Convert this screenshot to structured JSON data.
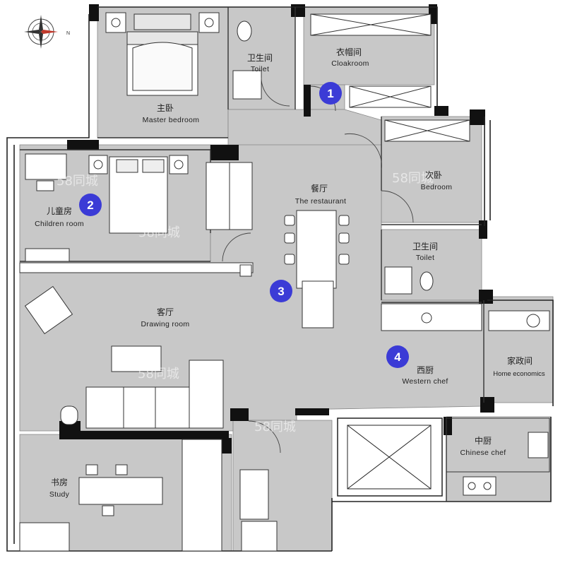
{
  "compass": {
    "north_label": "N"
  },
  "rooms": {
    "master_bedroom": {
      "cn": "主卧",
      "en": "Master bedroom"
    },
    "toilet_master": {
      "cn": "卫生间",
      "en": "Toilet"
    },
    "cloakroom": {
      "cn": "衣帽间",
      "en": "Cloakroom"
    },
    "children_room": {
      "cn": "儿童房",
      "en": "Children room"
    },
    "restaurant": {
      "cn": "餐厅",
      "en": "The restaurant"
    },
    "bedroom": {
      "cn": "次卧",
      "en": "Bedroom"
    },
    "toilet_second": {
      "cn": "卫生间",
      "en": "Toilet"
    },
    "drawing_room": {
      "cn": "客厅",
      "en": "Drawing room"
    },
    "western_chef": {
      "cn": "西厨",
      "en": "Western chef"
    },
    "home_economics": {
      "cn": "家政间",
      "en": "Home economics"
    },
    "chinese_chef": {
      "cn": "中厨",
      "en": "Chinese chef"
    },
    "study": {
      "cn": "书房",
      "en": "Study"
    }
  },
  "markers": [
    "1",
    "2",
    "3",
    "4"
  ],
  "watermark": "58同城",
  "colors": {
    "floor": "#c8c8c8",
    "wall": "#111111",
    "badge": "#3b3bd6",
    "background": "#ffffff"
  }
}
